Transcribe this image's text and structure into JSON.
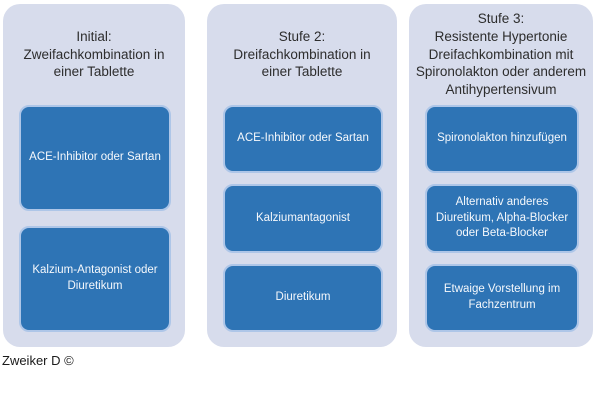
{
  "colors": {
    "page_bg": "#ffffff",
    "panel_bg": "#d7dcec",
    "box_bg": "#2e74b5",
    "box_border": "#aec6e8",
    "box_text": "#f5f8fc",
    "title_text": "#2d2d2d",
    "credit_text": "#1a1a1a"
  },
  "columns": [
    {
      "title": "Initial:\nZweifachkombination in\neiner Tablette",
      "boxes": [
        "ACE-Inhibitor oder Sartan",
        "Kalzium-Antagonist oder\nDiuretikum"
      ]
    },
    {
      "title": "Stufe 2:\nDreifachkombination in\neiner Tablette",
      "boxes": [
        "ACE-Inhibitor oder Sartan",
        "Kalziumantagonist",
        "Diuretikum"
      ]
    },
    {
      "title": "Stufe 3:\nResistente Hypertonie\nDreifachkombination mit\nSpironolakton oder anderem\nAntihypertensivum",
      "boxes": [
        "Spironolakton hinzufügen",
        "Alternativ anderes\nDiuretikum, Alpha-Blocker\noder Beta-Blocker",
        "Etwaige Vorstellung im\nFachzentrum"
      ]
    }
  ],
  "footer": {
    "credit": "Zweiker D ©"
  }
}
